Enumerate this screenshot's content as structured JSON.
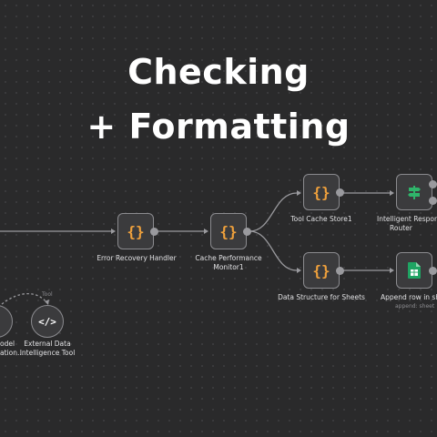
{
  "headline": {
    "line1": "Checking",
    "line2": "+ Formatting"
  },
  "nodes": {
    "error_recovery": {
      "label": "Error Recovery Handler",
      "icon": "code-braces-icon"
    },
    "cache_monitor": {
      "label_line1": "Cache Performance",
      "label_line2": "Monitor1",
      "icon": "code-braces-icon"
    },
    "tool_cache": {
      "label": "Tool Cache Store1",
      "icon": "code-braces-icon"
    },
    "data_structure": {
      "label": "Data Structure for Sheets",
      "icon": "code-braces-icon"
    },
    "response_router": {
      "label_line1": "Intelligent Respon",
      "label_line2": "Router",
      "icon": "signpost-icon"
    },
    "append_row": {
      "label": "Append row in she",
      "sublabel": "append: sheet",
      "icon": "google-sheets-icon"
    },
    "external_tool": {
      "label_line1": "External Data",
      "label_line2": "Intelligence Tool",
      "icon": "code-tag-icon",
      "glyph": "</>"
    },
    "model_node": {
      "label_line1": "odel",
      "label_line2": "ation..."
    }
  },
  "edge_labels": {
    "tool": "Tool"
  },
  "glyphs": {
    "braces": "{}"
  },
  "colors": {
    "canvas": "#2a2a2b",
    "node_fill": "#3b3b3d",
    "node_border": "#8b8b8f",
    "code_icon": "#f0a13c",
    "router_icon": "#2fb46a",
    "sheets_icon": "#1fa463"
  }
}
